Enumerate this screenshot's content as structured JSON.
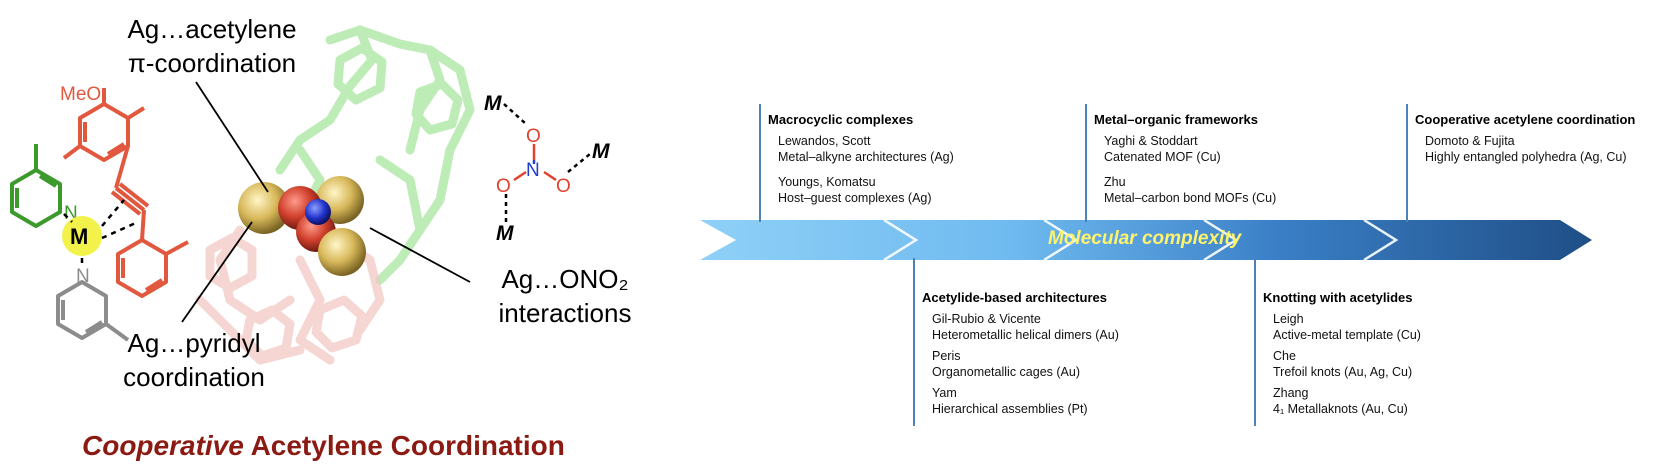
{
  "figure": {
    "callouts": {
      "acetylene": [
        "Ag…acetylene",
        "π-coordination"
      ],
      "pyridyl": [
        "Ag…pyridyl",
        "coordination"
      ],
      "ono2": [
        "Ag…ONO₂",
        "interactions"
      ]
    },
    "title_emph": "Cooperative",
    "title_rest": " Acetylene Coordination",
    "chem_labels": {
      "methoxy": "MeO",
      "metal": "M",
      "pyridine_n": "N",
      "nitrate_n": "N",
      "nitrate_o": "O",
      "nitrate_m": "M"
    },
    "colors": {
      "title": "#8b1a12",
      "green_ring": "#3c9a2c",
      "red_ring": "#e2583f",
      "grey_ring": "#8c8c8c",
      "metal_highlight": "#f2f24a",
      "nitrogen": "#1f3fd1",
      "oxygen": "#e2412f",
      "ag_sphere": "#d8b85a"
    }
  },
  "timeline": {
    "arrow_label": "Molecular complexity",
    "colors": {
      "arrow_start": "#8fd0f7",
      "arrow_end": "#1f4e86",
      "label": "#fff36b",
      "divider": "#4b82b8"
    },
    "eras": [
      {
        "title": "Macrocyclic complexes",
        "entries": [
          {
            "authors": "Lewandos, Scott",
            "work": "Metal–alkyne architectures (Ag)"
          },
          {
            "authors": "Youngs, Komatsu",
            "work": "Host–guest complexes (Ag)"
          }
        ]
      },
      {
        "title": "Acetylide-based architectures",
        "entries": [
          {
            "authors": "Gil-Rubio & Vicente",
            "work": "Heterometallic helical dimers (Au)"
          },
          {
            "authors": "Peris",
            "work": "Organometallic cages (Au)"
          },
          {
            "authors": "Yam",
            "work": "Hierarchical assemblies (Pt)"
          }
        ]
      },
      {
        "title": "Metal–organic frameworks",
        "entries": [
          {
            "authors": "Yaghi & Stoddart",
            "work": "Catenated MOF (Cu)"
          },
          {
            "authors": "Zhu",
            "work": "Metal–carbon bond MOFs (Cu)"
          }
        ]
      },
      {
        "title": "Knotting with acetylides",
        "entries": [
          {
            "authors": "Leigh",
            "work": "Active-metal template (Cu)"
          },
          {
            "authors": "Che",
            "work": "Trefoil knots (Au, Ag, Cu)"
          },
          {
            "authors": "Zhang",
            "work": "4₁ Metallaknots (Au, Cu)"
          }
        ]
      },
      {
        "title": "Cooperative acetylene coordination",
        "entries": [
          {
            "authors": "Domoto & Fujita",
            "work": "Highly entangled polyhedra (Ag, Cu)"
          }
        ]
      }
    ]
  }
}
